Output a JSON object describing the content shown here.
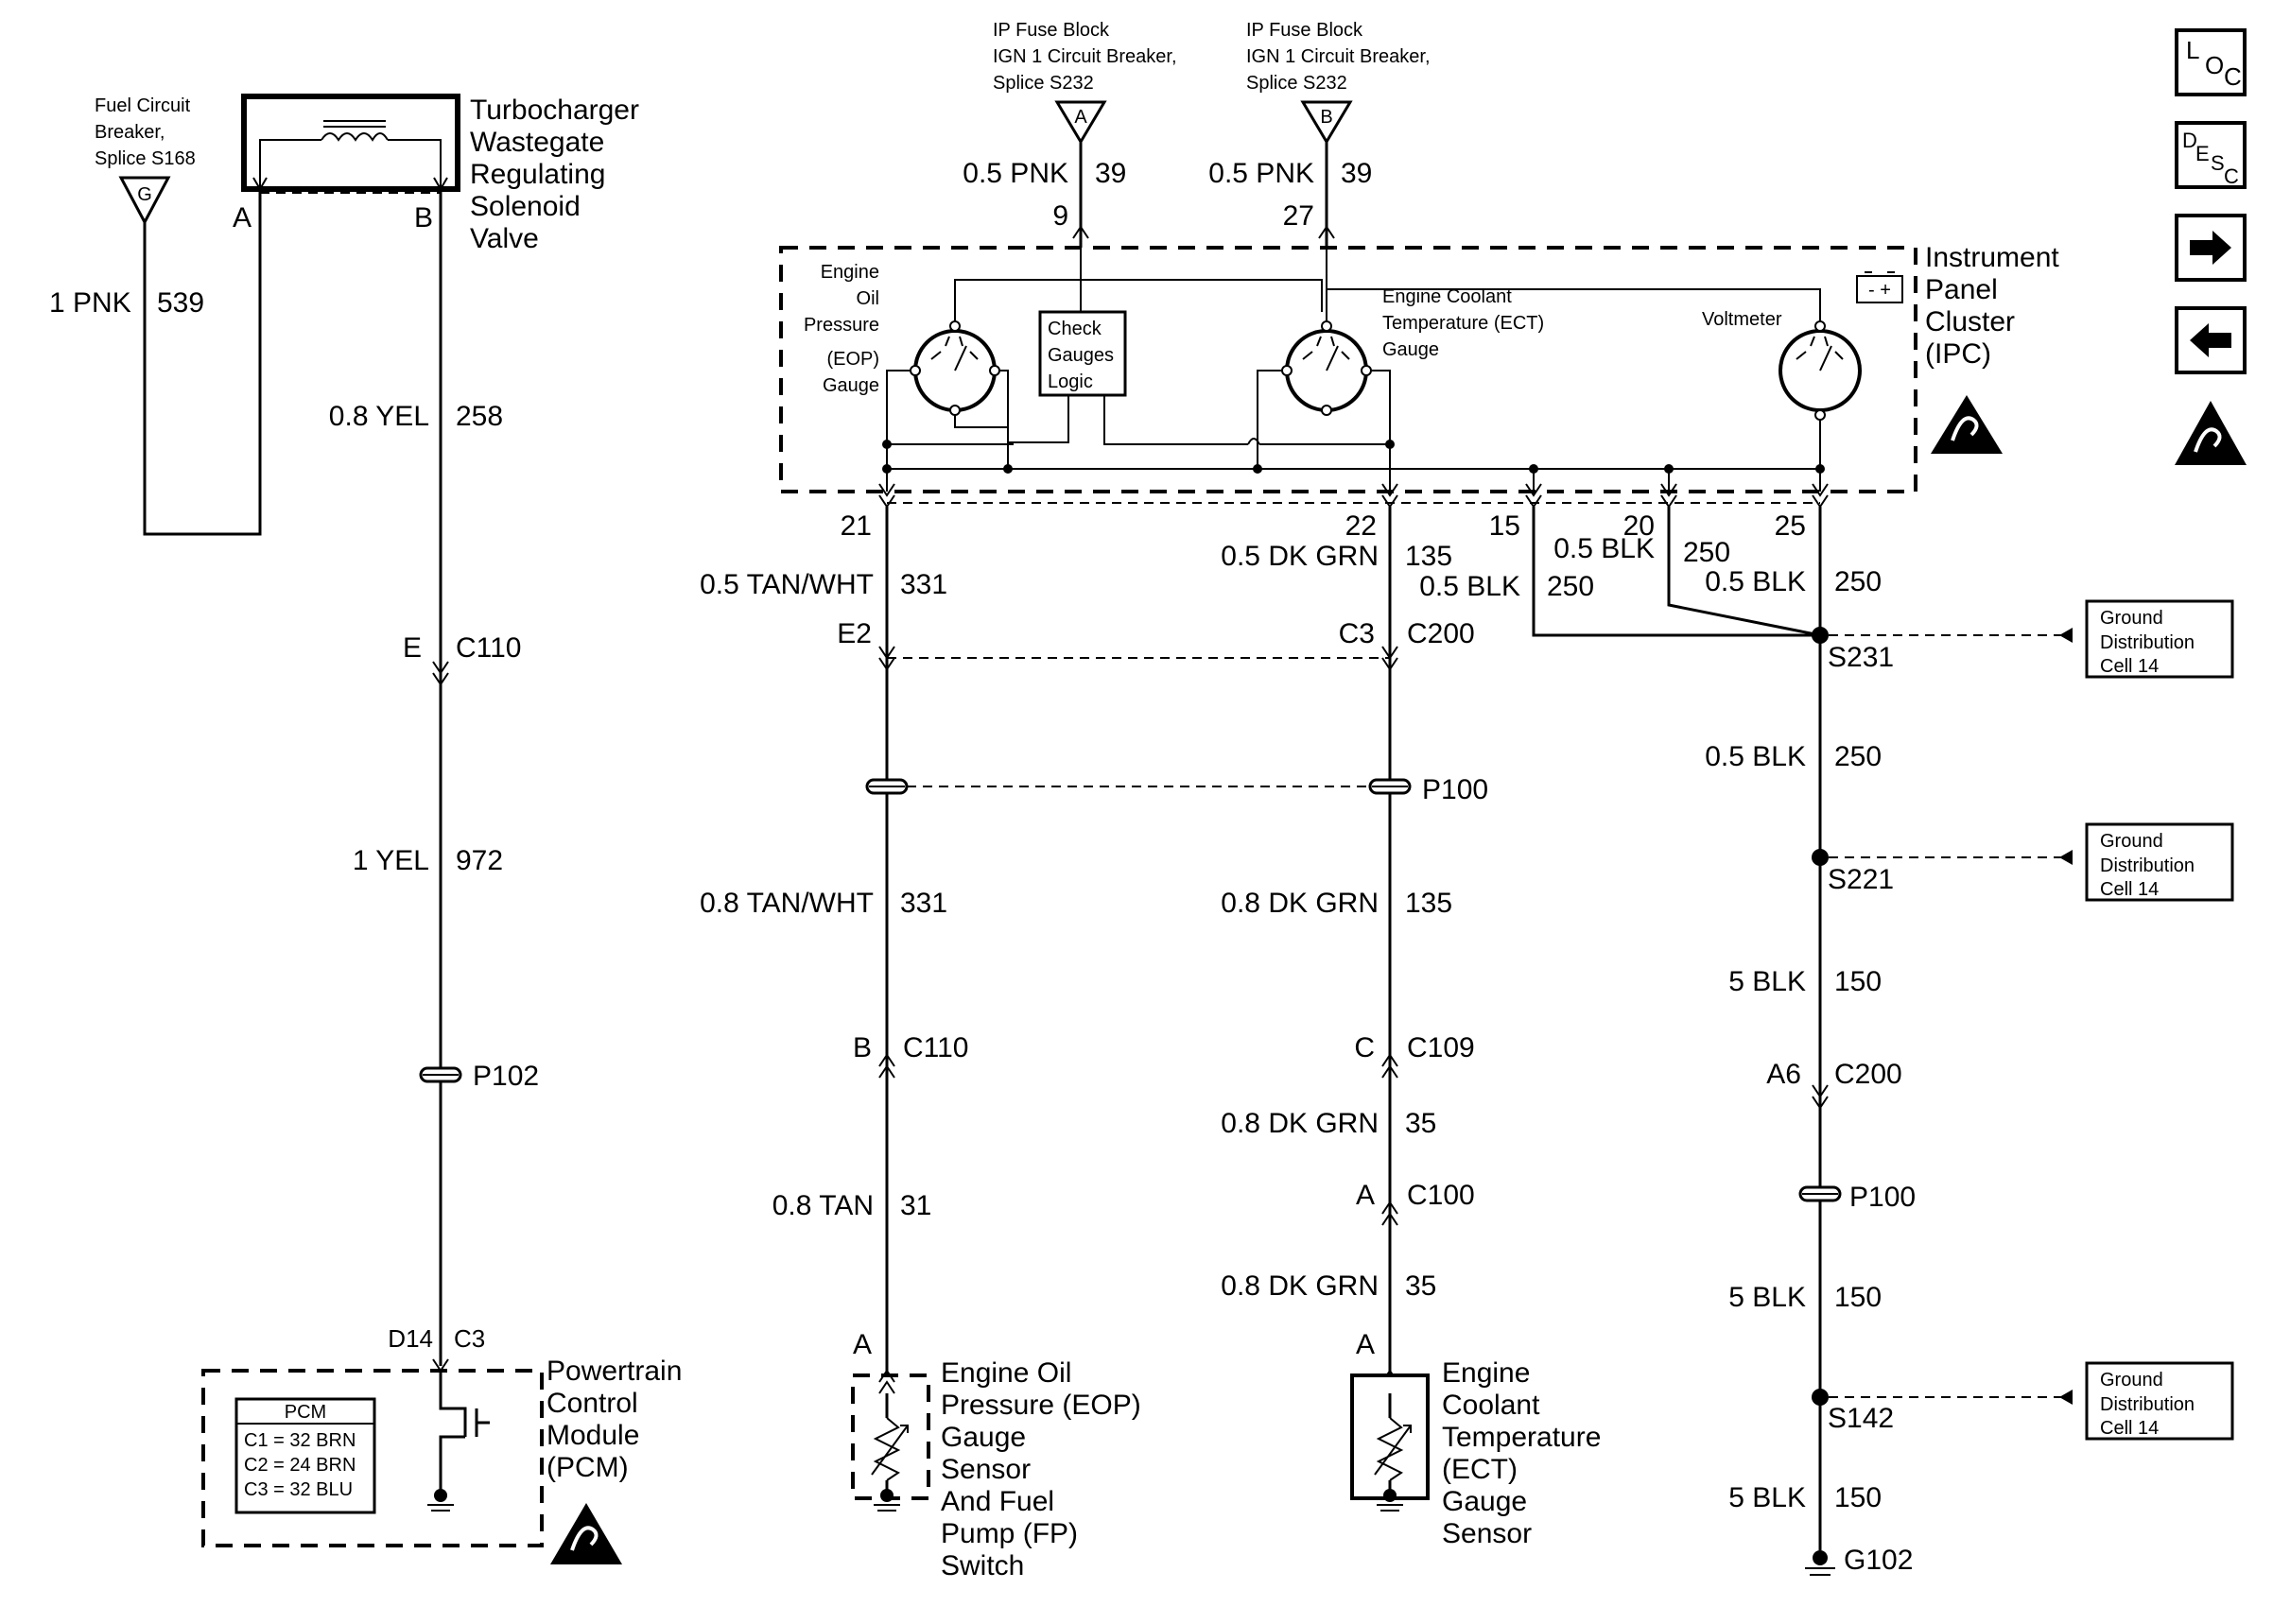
{
  "sources": {
    "fuel": {
      "l1": "Fuel Circuit",
      "l2": "Breaker,",
      "l3": "Splice S168",
      "tag": "G"
    },
    "ip_a": {
      "l1": "IP Fuse Block",
      "l2": "IGN 1 Circuit Breaker,",
      "l3": "Splice S232",
      "tag": "A"
    },
    "ip_b": {
      "l1": "IP Fuse Block",
      "l2": "IGN 1 Circuit Breaker,",
      "l3": "Splice S232",
      "tag": "B"
    }
  },
  "solenoid": {
    "l1": "Turbocharger",
    "l2": "Wastegate",
    "l3": "Regulating",
    "l4": "Solenoid",
    "l5": "Valve",
    "pin_a": "A",
    "pin_b": "B"
  },
  "ipc": {
    "l1": "Instrument",
    "l2": "Panel",
    "l3": "Cluster",
    "l4": "(IPC)",
    "eop_gauge": {
      "l1": "Engine",
      "l2": "Oil",
      "l3": "Pressure",
      "l4": "(EOP)",
      "l5": "Gauge"
    },
    "ect_gauge": {
      "l1": "Engine Coolant",
      "l2": "Temperature (ECT)",
      "l3": "Gauge"
    },
    "voltmeter": "Voltmeter",
    "logic": {
      "l1": "Check",
      "l2": "Gauges",
      "l3": "Logic"
    },
    "battery": "- +",
    "pins": {
      "p9": "9",
      "p27": "27",
      "p21": "21",
      "p22": "22",
      "p15": "15",
      "p20": "20",
      "p25": "25"
    }
  },
  "wires": {
    "pnk539": {
      "color": "1 PNK",
      "num": "539"
    },
    "yel258": {
      "color": "0.8 YEL",
      "num": "258"
    },
    "yel972": {
      "color": "1 YEL",
      "num": "972"
    },
    "pnk39a": {
      "color": "0.5 PNK",
      "num": "39"
    },
    "pnk39b": {
      "color": "0.5 PNK",
      "num": "39"
    },
    "tw331a": {
      "color": "0.5 TAN/WHT",
      "num": "331"
    },
    "tw331b": {
      "color": "0.8 TAN/WHT",
      "num": "331"
    },
    "tan31": {
      "color": "0.8 TAN",
      "num": "31"
    },
    "dg135a": {
      "color": "0.5 DK GRN",
      "num": "135"
    },
    "dg135b": {
      "color": "0.8 DK GRN",
      "num": "135"
    },
    "dg35a": {
      "color": "0.8 DK GRN",
      "num": "35"
    },
    "dg35b": {
      "color": "0.8 DK GRN",
      "num": "35"
    },
    "blk250a": {
      "color": "0.5 BLK",
      "num": "250"
    },
    "blk250b": {
      "color": "0.5 BLK",
      "num": "250"
    },
    "blk250c": {
      "color": "0.5 BLK",
      "num": "250"
    },
    "blk250d": {
      "color": "0.5 BLK",
      "num": "250"
    },
    "blk150a": {
      "color": "5 BLK",
      "num": "150"
    },
    "blk150b": {
      "color": "5 BLK",
      "num": "150"
    },
    "blk150c": {
      "color": "5 BLK",
      "num": "150"
    }
  },
  "connectors": {
    "e_c110": {
      "pin": "E",
      "name": "C110"
    },
    "e2": {
      "pin": "E2",
      "name": ""
    },
    "c3_c200": {
      "pin": "C3",
      "name": "C200"
    },
    "b_c110": {
      "pin": "B",
      "name": "C110"
    },
    "c_c109": {
      "pin": "C",
      "name": "C109"
    },
    "a_c100": {
      "pin": "A",
      "name": "C100"
    },
    "a6_c200": {
      "pin": "A6",
      "name": "C200"
    },
    "d14_c3": {
      "pin": "D14",
      "name": "C3"
    },
    "pin_a_eop": "A",
    "pin_a_ect": "A"
  },
  "passthroughs": {
    "p102": "P102",
    "p100a": "P100",
    "p100b": "P100"
  },
  "splices": {
    "s231": "S231",
    "s221": "S221",
    "s142": "S142"
  },
  "ground": "G102",
  "ground_refs": [
    {
      "l1": "Ground",
      "l2": "Distribution",
      "l3": "Cell 14"
    },
    {
      "l1": "Ground",
      "l2": "Distribution",
      "l3": "Cell 14"
    },
    {
      "l1": "Ground",
      "l2": "Distribution",
      "l3": "Cell 14"
    }
  ],
  "pcm": {
    "l1": "Powertrain",
    "l2": "Control",
    "l3": "Module",
    "l4": "(PCM)",
    "table_title": "PCM",
    "c1": "C1 = 32 BRN",
    "c2": "C2 = 24 BRN",
    "c3": "C3 = 32 BLU"
  },
  "eop_sensor": {
    "l1": "Engine Oil",
    "l2": "Pressure (EOP)",
    "l3": "Gauge",
    "l4": "Sensor",
    "l5": "And Fuel",
    "l6": "Pump (FP)",
    "l7": "Switch"
  },
  "ect_sensor": {
    "l1": "Engine",
    "l2": "Coolant",
    "l3": "Temperature",
    "l4": "(ECT)",
    "l5": "Gauge",
    "l6": "Sensor"
  },
  "nav": {
    "loc": {
      "a": "L",
      "b": "O",
      "c": "C"
    },
    "desc": {
      "a": "D",
      "b": "E",
      "c": "S",
      "d": "C"
    },
    "forward_icon": "arrow-right-icon",
    "back_icon": "arrow-left-icon"
  }
}
